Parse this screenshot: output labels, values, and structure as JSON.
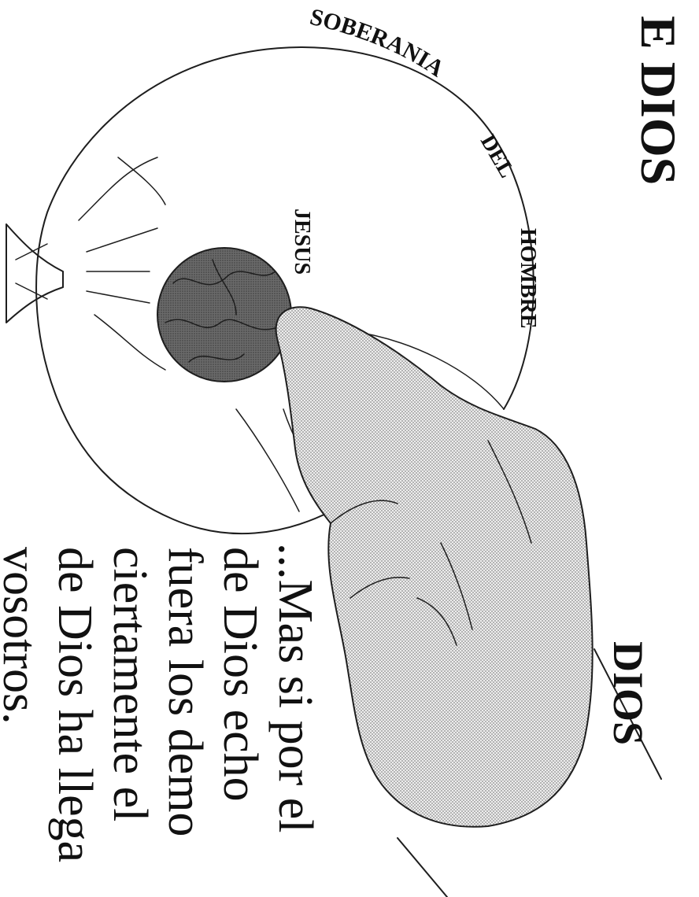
{
  "heading": "E DIOS",
  "arc_label": "SOBERANIA",
  "labels": {
    "del": "DEL",
    "hombre": "HOMBRE",
    "jesus": "JESUS",
    "dios": "DIOS"
  },
  "verse_lines": [
    "...Mas si por el",
    "de   Dios   echo",
    "fuera los demo",
    "ciertamente el",
    "de Dios ha llega",
    "vosotros."
  ],
  "colors": {
    "ink": "#1e1e1e",
    "globe_fill": "#6e6e6e",
    "hand_fill": "#d9d9d9",
    "paper": "#ffffff"
  }
}
